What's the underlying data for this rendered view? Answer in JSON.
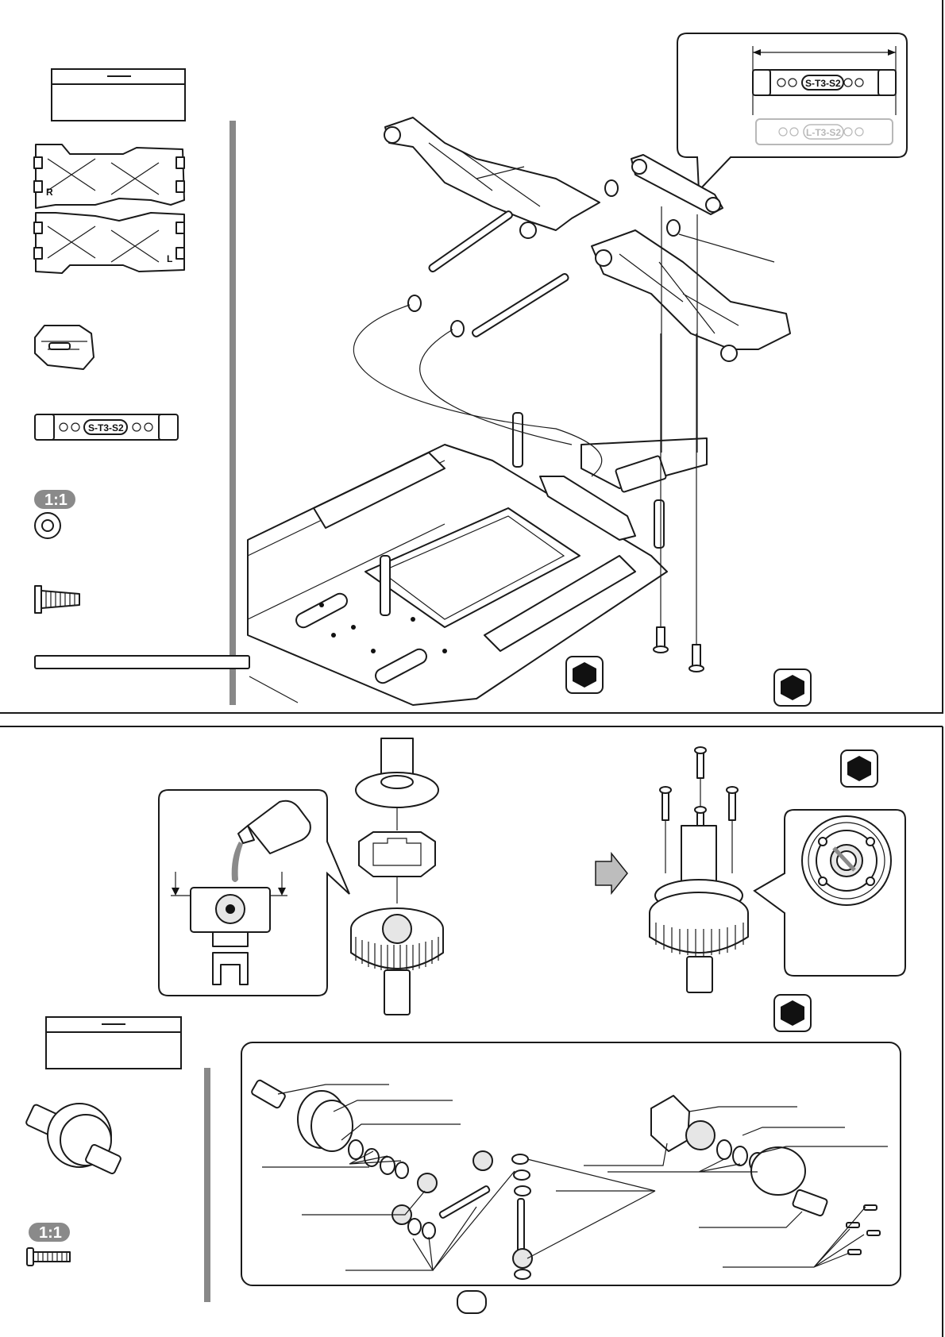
{
  "top_section": {
    "holder_label_short": "S-T3-S2",
    "holder_label_long": "L-T3-S2",
    "arm_mark_right": "R",
    "arm_mark_left": "L",
    "washer_ratio": "1:1"
  },
  "bottom_section": {
    "screw_ratio": "1:1"
  },
  "colors": {
    "line": "#1a1a1a",
    "ratio_badge": "#8a8a8a",
    "ghost_part": "#b8b8b8"
  },
  "icons": [
    "hex-wrench-icon",
    "oil-bottle-icon",
    "arrow-right-icon",
    "washer-icon",
    "screw-icon"
  ]
}
